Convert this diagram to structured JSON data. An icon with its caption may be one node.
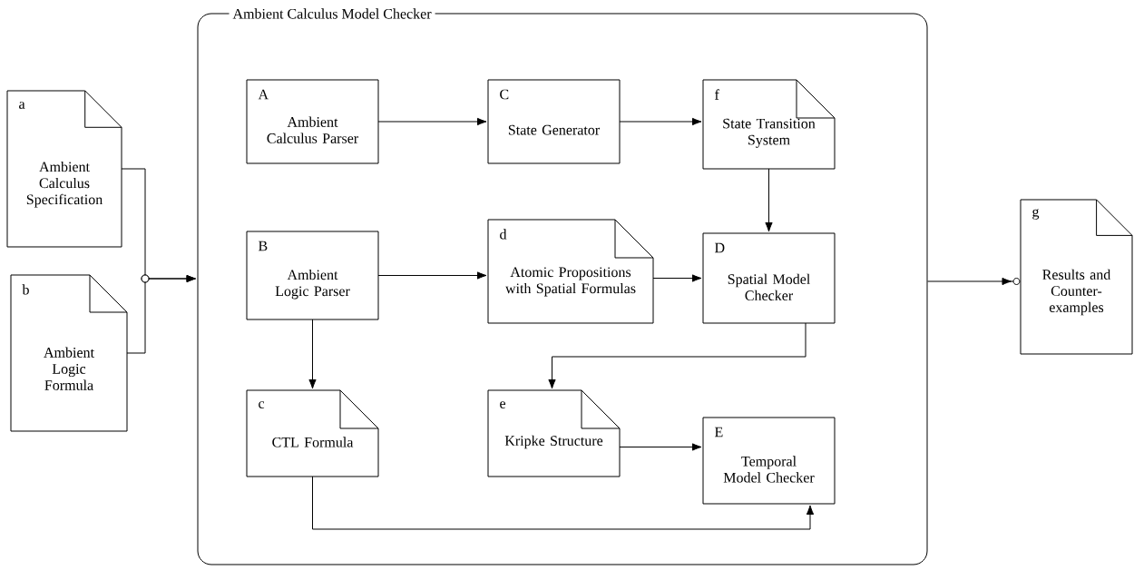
{
  "diagram": {
    "nodes": [
      {
        "text": [
          "Ambient Calculus Model Checker"
        ]
      },
      {
        "text": [
          "a",
          "Ambient Calculus Specification"
        ]
      },
      {
        "text": [
          "b",
          "Ambient Logic Formula"
        ]
      },
      {
        "text": [
          "A",
          "Ambient Calculus Parser"
        ],
        "in": 0
      },
      {
        "text": [
          "C",
          "State Generator"
        ],
        "in": 0
      },
      {
        "text": [
          "f",
          "State Transition System"
        ],
        "in": 0
      },
      {
        "text": [
          "B",
          "Ambient Logic Parser"
        ],
        "in": 0
      },
      {
        "text": [
          "d",
          "Atomic Propositions with Spatial Formulas"
        ],
        "in": 0
      },
      {
        "text": [
          "D",
          "Spatial Model Checker"
        ],
        "in": 0
      },
      {
        "text": [
          "c",
          "CTL Formula"
        ],
        "in": 0
      },
      {
        "text": [
          "e",
          "Kripke Structure"
        ],
        "in": 0
      },
      {
        "text": [
          "E",
          "Temporal Model Checker"
        ],
        "in": 0
      },
      {
        "text": [
          "g",
          "Results and Counter-examples"
        ]
      }
    ],
    "edges": [
      {
        "from": 1,
        "to": 0,
        "arrow": "to"
      },
      {
        "from": 2,
        "to": 0,
        "arrow": "to"
      },
      {
        "from": 3,
        "to": 4,
        "arrow": "to"
      },
      {
        "from": 4,
        "to": 5,
        "arrow": "to"
      },
      {
        "from": 5,
        "to": 8,
        "arrow": "to"
      },
      {
        "from": 6,
        "to": 7,
        "arrow": "to"
      },
      {
        "from": 7,
        "to": 8,
        "arrow": "to"
      },
      {
        "from": 6,
        "to": 9,
        "arrow": "to"
      },
      {
        "from": 8,
        "to": 10,
        "arrow": "to"
      },
      {
        "from": 10,
        "to": 11,
        "arrow": "to"
      },
      {
        "from": 9,
        "to": 11,
        "arrow": "to"
      },
      {
        "from": 0,
        "to": 12,
        "arrow": "to"
      }
    ]
  }
}
